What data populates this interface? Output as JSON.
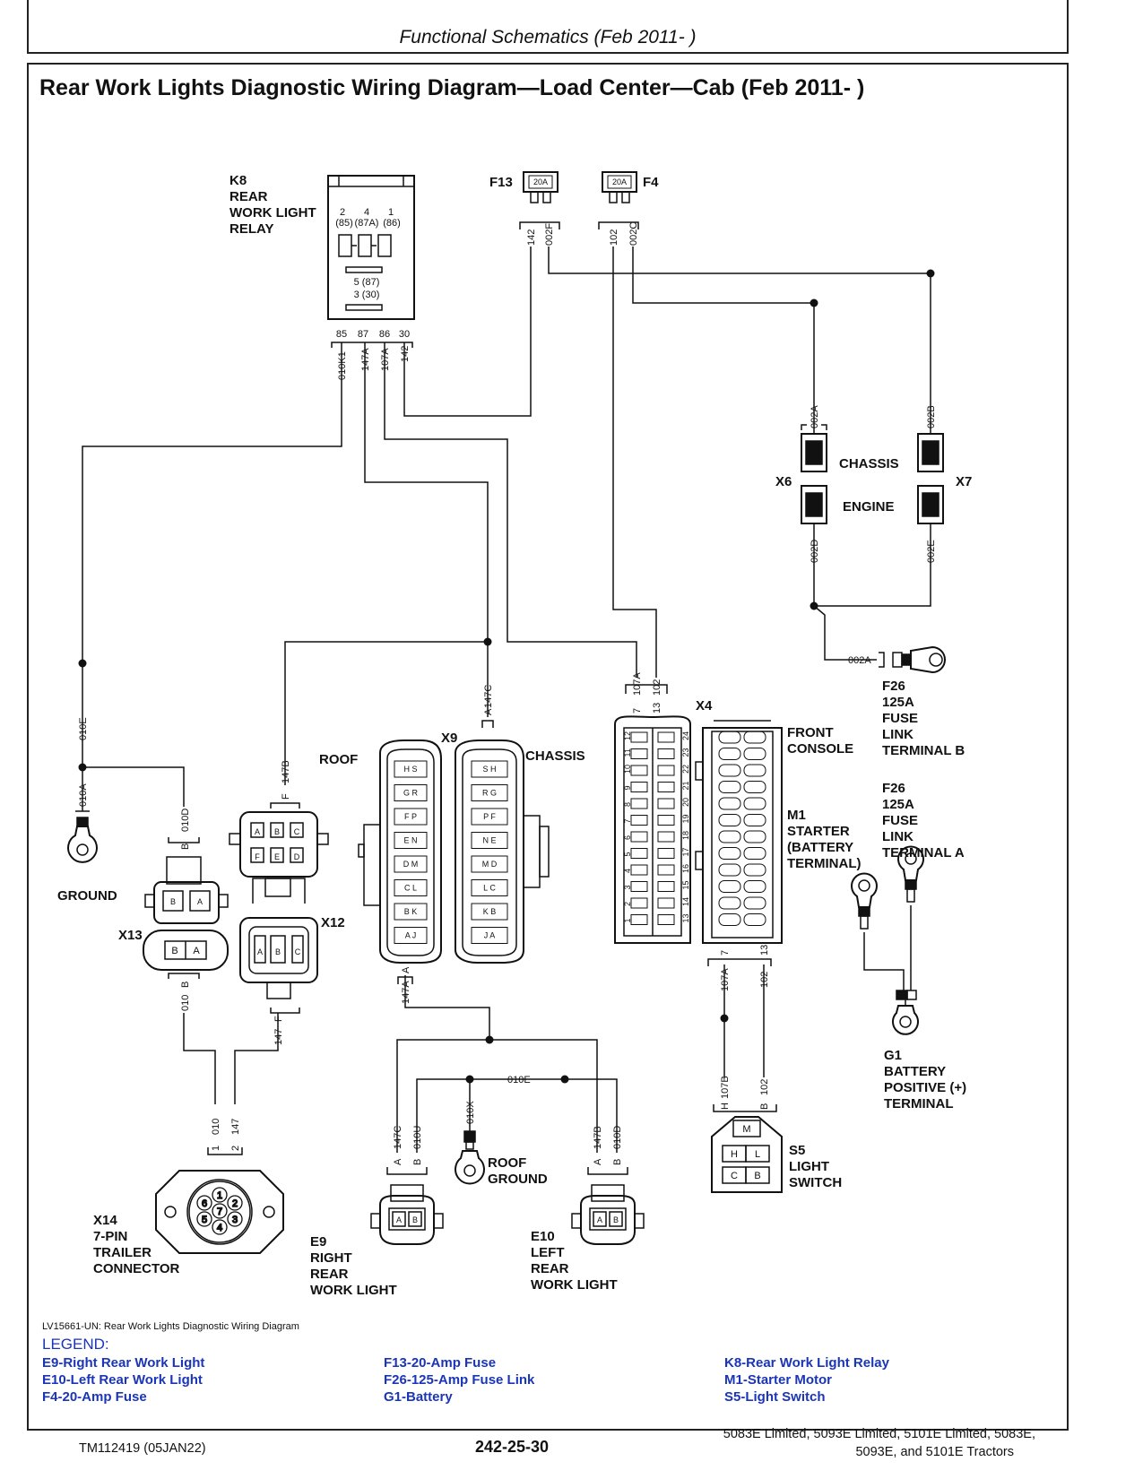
{
  "header": "Functional Schematics (Feb 2011- )",
  "title": "Rear Work Lights Diagnostic Wiring Diagram—Load Center—Cab (Feb 2011- )",
  "components": {
    "k8": [
      "K8",
      "REAR",
      "WORK LIGHT",
      "RELAY"
    ],
    "k8_pins_top": [
      "2",
      "4",
      "1"
    ],
    "k8_pins_top_sub": [
      "(85)",
      "(87A)",
      "(86)"
    ],
    "k8_pins_mid": [
      "5 (87)",
      "3 (30)"
    ],
    "k8_terminals": [
      "85",
      "87",
      "86",
      "30"
    ],
    "k8_wires": [
      "010K1",
      "147A",
      "107A",
      "142"
    ],
    "f13": "F13",
    "f4": "F4",
    "fuse_rating": "20A",
    "f13_wires": [
      "142",
      "002F"
    ],
    "f4_wires": [
      "102",
      "002C"
    ],
    "x6": "X6",
    "x7": "X7",
    "chassis": "CHASSIS",
    "engine": "ENGINE",
    "x6_wires": [
      "002A",
      "002D"
    ],
    "x7_wires": [
      "002B",
      "002E"
    ],
    "f26b": [
      "F26",
      "125A",
      "FUSE",
      "LINK",
      "TERMINAL B"
    ],
    "f26b_wire": "002A",
    "f26a": [
      "F26",
      "125A",
      "FUSE",
      "LINK",
      "TERMINAL A"
    ],
    "x4": "X4",
    "front_console": [
      "FRONT",
      "CONSOLE"
    ],
    "x4_wires_top": [
      "107A",
      "102"
    ],
    "x4_pins_top": [
      "7",
      "13"
    ],
    "x4_left_pins": [
      "12",
      "11",
      "10",
      "9",
      "8",
      "7",
      "6",
      "5",
      "4",
      "3",
      "2",
      "1"
    ],
    "x4_right_pins": [
      "24",
      "23",
      "22",
      "21",
      "20",
      "19",
      "18",
      "17",
      "16",
      "15",
      "14",
      "13"
    ],
    "x4_bottom_pins": [
      "7",
      "13"
    ],
    "x4_wires_bottom": [
      "107A",
      "102"
    ],
    "m1": [
      "M1",
      "STARTER",
      "(BATTERY",
      "TERMINAL)"
    ],
    "g1": [
      "G1",
      "BATTERY",
      "POSITIVE (+)",
      "TERMINAL"
    ],
    "x9": "X9",
    "roof": "ROOF",
    "x9_chassis": "CHASSIS",
    "x9_pin_a": "A",
    "x9_wire_top": "147C",
    "x9_wire_bottom": "147A",
    "x9_left_pins": [
      "H S",
      "G R",
      "F P",
      "E N",
      "D M",
      "C L",
      "B K",
      "A J"
    ],
    "x9_right_pins": [
      "S H",
      "R G",
      "P F",
      "N E",
      "M D",
      "L C",
      "K B",
      "J A"
    ],
    "x12": "X12",
    "x12_top": [
      "A",
      "B",
      "C"
    ],
    "x12_bottom": [
      "F",
      "E",
      "D"
    ],
    "x12_wire_top": "147B",
    "x12_pin_top": "F",
    "x12_wire_bottom": "147",
    "x12_pin_bottom": "F",
    "x13": "X13",
    "x13_pins": [
      "B",
      "A"
    ],
    "x13_wire_top": "010D",
    "x13_pin_top": "B",
    "x13_wire_bottom": "010",
    "x13_pin_bottom": "B",
    "ground": "GROUND",
    "ground_wires": [
      "010E",
      "010A"
    ],
    "x14": [
      "X14",
      "7-PIN",
      "TRAILER",
      "CONNECTOR"
    ],
    "x14_wires": [
      "010",
      "147"
    ],
    "x14_pins": [
      "1",
      "2"
    ],
    "x14_pin_numbers": [
      "1",
      "2",
      "3",
      "4",
      "5",
      "6",
      "7"
    ],
    "splice_wire": "010E",
    "roof_ground": [
      "ROOF",
      "GROUND"
    ],
    "roof_ground_wire": "010X",
    "e9": [
      "E9",
      "RIGHT",
      "REAR",
      "WORK LIGHT"
    ],
    "e9_wires": [
      "147C",
      "010U"
    ],
    "e9_pins": [
      "A",
      "B"
    ],
    "e10": [
      "E10",
      "LEFT",
      "REAR",
      "WORK LIGHT"
    ],
    "e10_wires": [
      "147B",
      "010D"
    ],
    "e10_pins": [
      "A",
      "B"
    ],
    "s5": [
      "S5",
      "LIGHT",
      "SWITCH"
    ],
    "s5_wires": [
      "107B",
      "102"
    ],
    "s5_pins_top": [
      "H",
      "B"
    ],
    "s5_pin_m": "M",
    "s5_pins_row1": [
      "H",
      "L"
    ],
    "s5_pins_row2": [
      "C",
      "B"
    ]
  },
  "caption": "LV15661-UN: Rear Work Lights Diagnostic Wiring Diagram",
  "legend": {
    "heading": "LEGEND:",
    "col1": [
      "E9-Right Rear Work Light",
      "E10-Left Rear Work Light",
      "F4-20-Amp Fuse"
    ],
    "col2": [
      "F13-20-Amp Fuse",
      "F26-125-Amp Fuse Link",
      "G1-Battery"
    ],
    "col3": [
      "K8-Rear Work Light Relay",
      "M1-Starter Motor",
      "S5-Light Switch"
    ]
  },
  "footer": {
    "left": "TM112419 (05JAN22)",
    "center": "242-25-30",
    "right1": "5083E Limited, 5093E Limited, 5101E Limited, 5083E,",
    "right2": "5093E, and 5101E Tractors"
  }
}
